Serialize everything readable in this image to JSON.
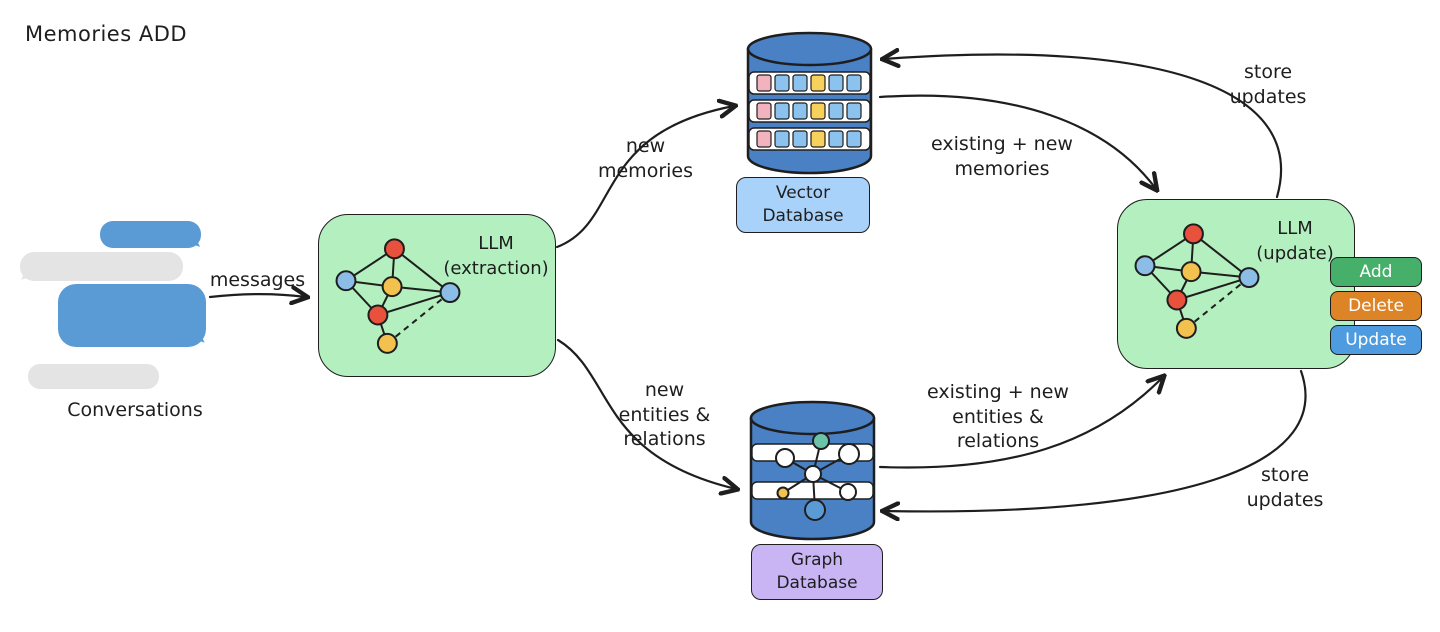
{
  "title": "Memories ADD",
  "conversations": {
    "label": "Conversations"
  },
  "nodes": {
    "llm_extraction": "LLM\n(extraction)",
    "llm_update": "LLM\n(update)",
    "vector_db": "Vector\nDatabase",
    "graph_db": "Graph\nDatabase"
  },
  "edges": {
    "messages": "messages",
    "new_memories": "new\nmemories",
    "new_entities_relations": "new\nentities &\nrelations",
    "existing_new_memories": "existing + new\nmemories",
    "existing_new_entities_relations": "existing + new\nentities &\nrelations",
    "store_updates_top": "store\nupdates",
    "store_updates_bottom": "store\nupdates"
  },
  "actions": {
    "add": "Add",
    "delete": "Delete",
    "update": "Update"
  },
  "colors": {
    "llm_box_fill": "#b4f0bf",
    "database_fill": "#4a80c4",
    "vector_label_fill": "#a9d2fb",
    "graph_label_fill": "#c9b5f4",
    "add_button": "#46b06b",
    "delete_button": "#dd8427",
    "update_button": "#4e9be0",
    "bubble_blue": "#5b9bd5",
    "bubble_gray": "#e4e4e4",
    "node_red": "#e8523d",
    "node_blue": "#8bbde6",
    "node_yellow": "#f2c14e",
    "node_teal": "#6cc3a8",
    "stroke": "#1e1e1e"
  }
}
